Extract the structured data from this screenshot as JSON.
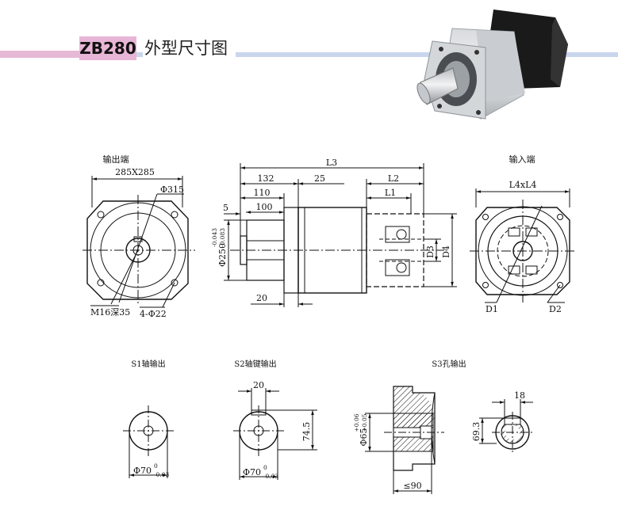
{
  "header": {
    "model": "ZB280",
    "title": "外型尺寸图"
  },
  "front_view": {
    "label": "输出端",
    "size": "285X285",
    "dia_pcd": "Φ315",
    "thread": "M16深35",
    "holes": "4-Φ22"
  },
  "side_view": {
    "L3": "L3",
    "d132": "132",
    "d25": "25",
    "L2": "L2",
    "d110": "110",
    "L1": "L1",
    "d5": "5",
    "d100": "100",
    "d20": "20",
    "phi250": "Φ250",
    "tol_upper": "-0.043",
    "tol_lower": "-0.083",
    "D3": "D3",
    "D4": "D4"
  },
  "rear_view": {
    "label": "输入端",
    "size": "L4xL4",
    "D1": "D1",
    "D2": "D2"
  },
  "s1": {
    "label": "S1轴输出",
    "dia": "Φ70",
    "tol_upper": "0",
    "tol_lower": "-0.03"
  },
  "s2": {
    "label": "S2轴键输出",
    "key": "20",
    "height": "74.5",
    "dia": "Φ70",
    "tol_upper": "0",
    "tol_lower": "-0.03"
  },
  "s3": {
    "label": "S3孔输出",
    "dia": "Φ65",
    "tol_upper": "+0.06",
    "tol_lower": "+0.05",
    "depth": "≤90",
    "key": "18",
    "height": "69.3"
  }
}
